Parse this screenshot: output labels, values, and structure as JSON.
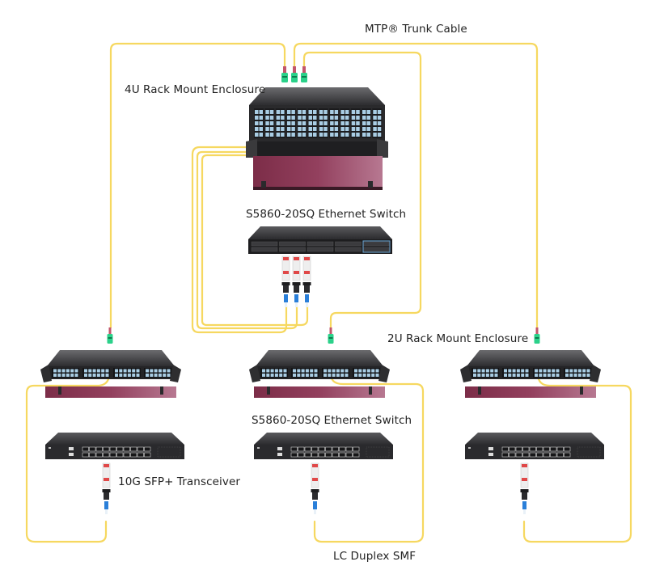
{
  "labels": {
    "trunk_cable": "MTP® Trunk Cable",
    "enclosure_4u": "4U Rack Mount Enclosure",
    "core_switch": "S5860-20SQ Ethernet Switch",
    "enclosure_2u": "2U Rack Mount Enclosure",
    "access_switch": "S5860-20SQ Ethernet Switch",
    "transceiver": "10G SFP+ Transceiver",
    "lc_cable": "LC Duplex SMF"
  },
  "colors": {
    "cable": "#f6d860",
    "mtp_connector": "#2bd18a",
    "mtp_boot": "#c2566b",
    "enclosure_body": "#3a3a3c",
    "enclosure_panel": "#8a3553",
    "adapter_port": "#a9cde4",
    "lc_connector": "#2a7fd9",
    "transceiver_latch": "#e04848"
  },
  "nodes": {
    "enclosure_4u_count": 1,
    "core_switch_count": 1,
    "enclosure_2u_count": 3,
    "access_switch_count": 3,
    "core_transceivers": 3,
    "trunk_cables": 3
  }
}
